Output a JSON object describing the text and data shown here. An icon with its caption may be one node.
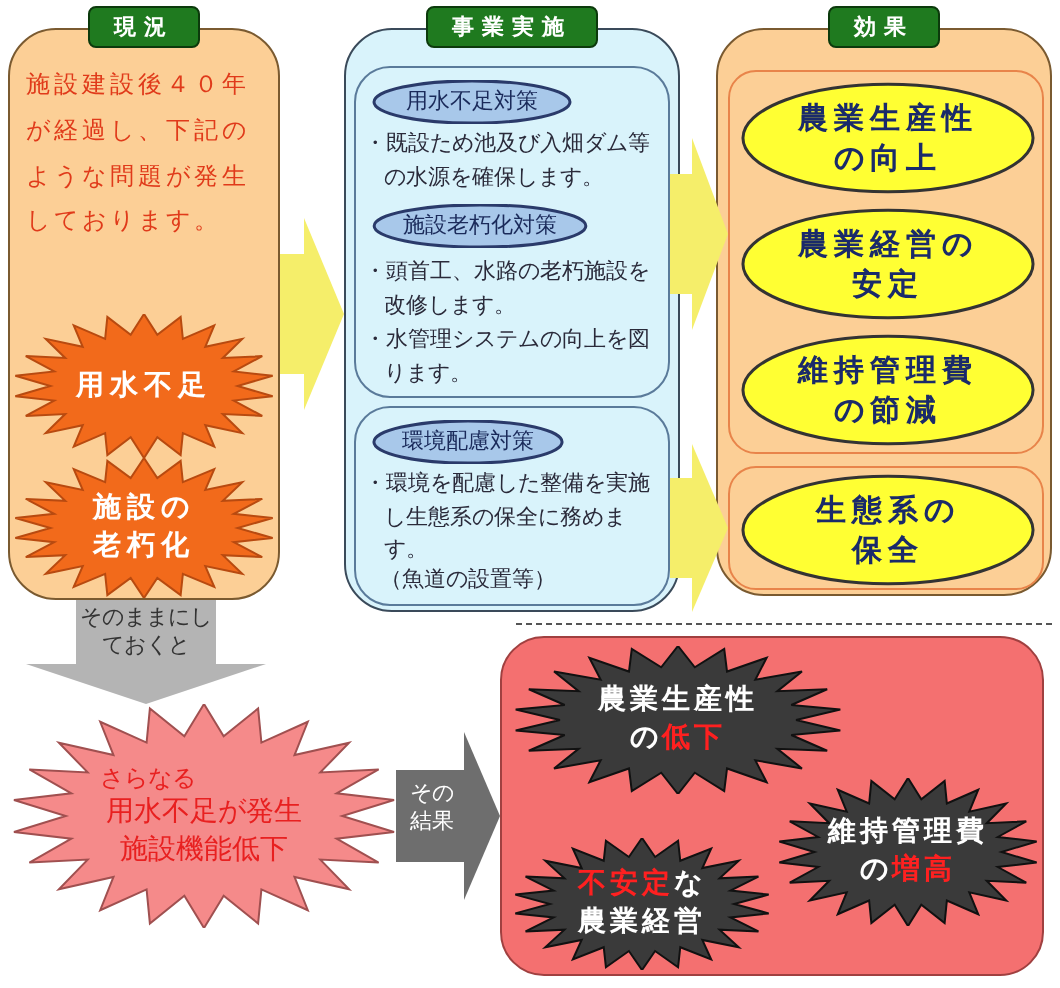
{
  "diagram": {
    "nodes": [
      {
        "text": [
          "現況",
          "施設建設後４０年が経過し、下記のような問題が発生しております。"
        ]
      },
      {
        "text": [
          "用水不足"
        ],
        "in": 0
      },
      {
        "text": [
          "施設の老朽化"
        ],
        "in": 0
      },
      {
        "text": [
          "事業実施"
        ]
      },
      {
        "text": [
          "・既設ため池及び入畑ダム等の水源を確保します。",
          "・頭首工、水路の老朽施設を改修します。",
          "・水管理システムの向上を図ります。"
        ],
        "in": 3
      },
      {
        "text": [
          "用水不足対策"
        ],
        "in": 4
      },
      {
        "text": [
          "施設老朽化対策"
        ],
        "in": 4
      },
      {
        "text": [
          "・環境を配慮した整備を実施し生態系の保全に務めます。",
          "（魚道の設置等）"
        ],
        "in": 3
      },
      {
        "text": [
          "環境配慮対策"
        ],
        "in": 7
      },
      {
        "text": [
          "効果"
        ]
      },
      {
        "text": [],
        "shape": "box",
        "in": 9
      },
      {
        "text": [
          "農業生産性の向上"
        ],
        "in": 10
      },
      {
        "text": [
          "農業経営の安定"
        ],
        "in": 10
      },
      {
        "text": [
          "維持管理費の節減"
        ],
        "in": 10
      },
      {
        "text": [],
        "shape": "box",
        "in": 9
      },
      {
        "text": [
          "生態系の保全"
        ],
        "in": 14
      },
      {
        "text": [
          "さらなる",
          "用水不足が発生",
          "施設機能低下"
        ]
      },
      {
        "text": [],
        "shape": "box"
      },
      {
        "text": [
          "農業生産性の**低下**"
        ],
        "in": 17
      },
      {
        "text": [
          "維持管理費の**増高**"
        ],
        "in": 17
      },
      {
        "text": [
          "**不安定**な農業経営"
        ],
        "in": 17
      }
    ],
    "edges": [
      {
        "from": 0,
        "to": 3,
        "arrow": "to"
      },
      {
        "from": 4,
        "to": 10,
        "arrow": "to"
      },
      {
        "from": 7,
        "to": 14,
        "arrow": "to"
      },
      {
        "from": 0,
        "to": 16,
        "arrow": "to",
        "label": "そのままにしておくと",
        "color": "#b4b4b4"
      },
      {
        "from": 16,
        "to": 17,
        "arrow": "to",
        "label": "その結果",
        "color": "#6e6e6e"
      }
    ]
  }
}
